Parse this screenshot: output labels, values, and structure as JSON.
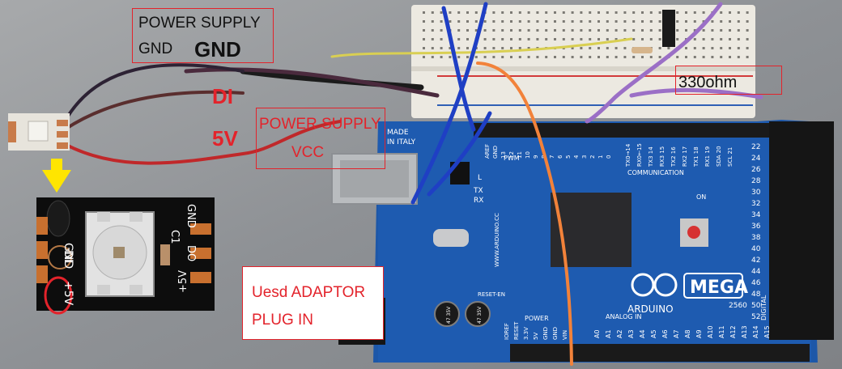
{
  "annotations": {
    "power_supply_gnd": {
      "line1": "POWER SUPPLY",
      "line2": "GND",
      "big": "GND"
    },
    "di": "DI",
    "five_volt": "5V",
    "power_supply_vcc": {
      "line1": "POWER SUPPLY",
      "line2": "VCC"
    },
    "adaptor": {
      "line1": "Uesd ADAPTOR",
      "line2": "PLUG IN"
    },
    "resistor": "330ohm"
  },
  "board": {
    "logo": "MEGA",
    "brand": "ARDUINO",
    "model": "2560",
    "made_in": [
      "MADE",
      "IN ITALY"
    ],
    "header_labels": [
      "AREF",
      "GND",
      "13",
      "12",
      "11",
      "10",
      "9",
      "8",
      "7",
      "6",
      "5",
      "4",
      "3",
      "2",
      "1",
      "0"
    ],
    "comm_labels": [
      "TX0→14",
      "RX0←15",
      "TX3 14",
      "RX3 15",
      "TX2 16",
      "RX2 17",
      "TX1 18",
      "RX1 19",
      "SDA 20",
      "SCL 21"
    ],
    "digital_pins": [
      "22",
      "24",
      "26",
      "28",
      "30",
      "32",
      "34",
      "36",
      "38",
      "40",
      "42",
      "44",
      "46",
      "48",
      "50",
      "52"
    ],
    "analog_labels": [
      "A0",
      "A1",
      "A2",
      "A3",
      "A4",
      "A5",
      "A6",
      "A7",
      "A8",
      "A9",
      "A10",
      "A11",
      "A12",
      "A13",
      "A14",
      "A15"
    ],
    "section_labels": {
      "pwm": "PWM",
      "communication": "COMMUNICATION",
      "analog_in": "ANALOG IN",
      "power": "POWER",
      "digital": "DIGITAL"
    },
    "power_labels": [
      "IOREF",
      "RESET",
      "3.3V",
      "5V",
      "GND",
      "GND",
      "VIN"
    ],
    "misc_labels": {
      "tx": "TX",
      "rx": "RX",
      "l": "L",
      "on": "ON",
      "reset_en": "RESET-EN",
      "website": "WWW.ARDUINO.CC",
      "cap1": "47 35V",
      "cap2": "47 35V"
    }
  },
  "led_pcb": {
    "labels": {
      "gnd_left": "GND",
      "di": "DI",
      "plus5v": "+5V",
      "c1": "C1",
      "gnd_right": "GND",
      "do": "DO",
      "plus5v_right": "+5V"
    }
  },
  "colors": {
    "annotation_red": "#e3232b",
    "board_blue": "#1d57a8",
    "wire_orange": "#f2823a",
    "wire_blue": "#1f3fc4",
    "wire_purple": "#9b6fc6",
    "wire_yellow": "#d9cf52"
  }
}
